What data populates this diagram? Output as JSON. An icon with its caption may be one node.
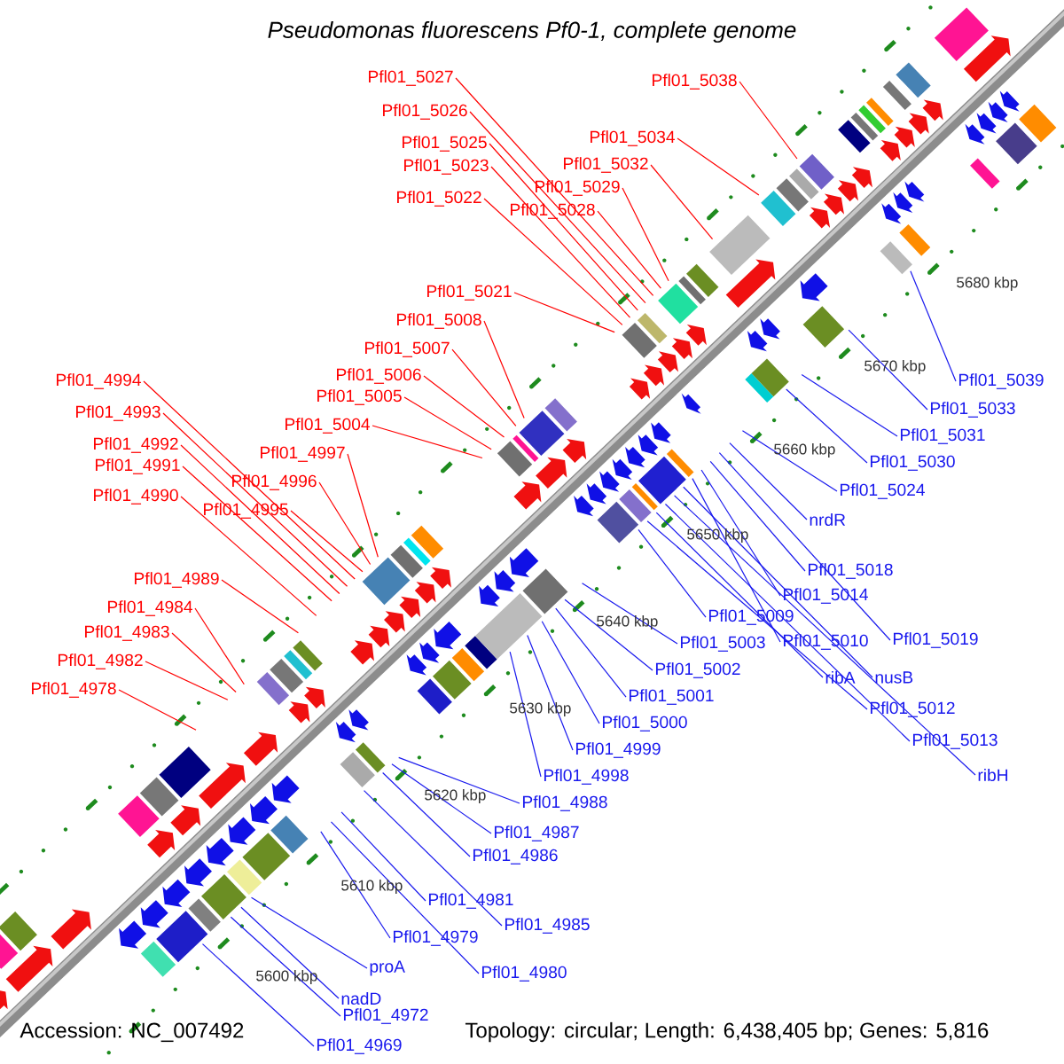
{
  "diagram": {
    "title": "Pseudomonas fluorescens Pf0-1, complete genome",
    "nodes": [
      {
        "text": [
          "Pfl01_5027"
        ]
      },
      {
        "text": [
          "Pfl01_5038"
        ]
      },
      {
        "text": [
          "Pfl01_5026"
        ]
      },
      {
        "text": [
          "Pfl01_5034"
        ]
      },
      {
        "text": [
          "Pfl01_5025"
        ]
      },
      {
        "text": [
          "Pfl01_5032"
        ]
      },
      {
        "text": [
          "Pfl01_5023"
        ]
      },
      {
        "text": [
          "Pfl01_5029"
        ]
      },
      {
        "text": [
          "Pfl01_5022"
        ]
      },
      {
        "text": [
          "Pfl01_5028"
        ]
      },
      {
        "text": [
          "Pfl01_5021"
        ]
      },
      {
        "text": [
          "Pfl01_5008"
        ]
      },
      {
        "text": [
          "Pfl01_5007"
        ]
      },
      {
        "text": [
          "Pfl01_5006"
        ]
      },
      {
        "text": [
          "Pfl01_4994"
        ]
      },
      {
        "text": [
          "Pfl01_5005"
        ]
      },
      {
        "text": [
          "Pfl01_4993"
        ]
      },
      {
        "text": [
          "Pfl01_5004"
        ]
      },
      {
        "text": [
          "Pfl01_4992"
        ]
      },
      {
        "text": [
          "Pfl01_4997"
        ]
      },
      {
        "text": [
          "Pfl01_4991"
        ]
      },
      {
        "text": [
          "Pfl01_4996"
        ]
      },
      {
        "text": [
          "Pfl01_4990"
        ]
      },
      {
        "text": [
          "Pfl01_4995"
        ]
      },
      {
        "text": [
          "Pfl01_4989"
        ]
      },
      {
        "text": [
          "Pfl01_4984"
        ]
      },
      {
        "text": [
          "Pfl01_4983"
        ]
      },
      {
        "text": [
          "Pfl01_4982"
        ]
      },
      {
        "text": [
          "Pfl01_4978"
        ]
      },
      {
        "text": [
          "Pfl01_5039"
        ]
      },
      {
        "text": [
          "Pfl01_5033"
        ]
      },
      {
        "text": [
          "Pfl01_5031"
        ]
      },
      {
        "text": [
          "Pfl01_5030"
        ]
      },
      {
        "text": [
          "Pfl01_5024"
        ]
      },
      {
        "text": [
          "nrdR"
        ]
      },
      {
        "text": [
          "Pfl01_5018"
        ]
      },
      {
        "text": [
          "Pfl01_5014"
        ]
      },
      {
        "text": [
          "Pfl01_5009"
        ]
      },
      {
        "text": [
          "Pfl01_5019"
        ]
      },
      {
        "text": [
          "Pfl01_5010"
        ]
      },
      {
        "text": [
          "Pfl01_5003"
        ]
      },
      {
        "text": [
          "Pfl01_5002"
        ]
      },
      {
        "text": [
          "ribA"
        ]
      },
      {
        "text": [
          "nusB"
        ]
      },
      {
        "text": [
          "Pfl01_5001"
        ]
      },
      {
        "text": [
          "Pfl01_5012"
        ]
      },
      {
        "text": [
          "Pfl01_5000"
        ]
      },
      {
        "text": [
          "Pfl01_5013"
        ]
      },
      {
        "text": [
          "Pfl01_4999"
        ]
      },
      {
        "text": [
          "ribH"
        ]
      },
      {
        "text": [
          "Pfl01_4998"
        ]
      },
      {
        "text": [
          "Pfl01_4988"
        ]
      },
      {
        "text": [
          "Pfl01_4987"
        ]
      },
      {
        "text": [
          "Pfl01_4986"
        ]
      },
      {
        "text": [
          "Pfl01_4981"
        ]
      },
      {
        "text": [
          "Pfl01_4985"
        ]
      },
      {
        "text": [
          "Pfl01_4979"
        ]
      },
      {
        "text": [
          "proA"
        ]
      },
      {
        "text": [
          "Pfl01_4980"
        ]
      },
      {
        "text": [
          "nadD"
        ]
      },
      {
        "text": [
          "Pfl01_4972"
        ]
      },
      {
        "text": [
          "Pfl01_4969"
        ]
      }
    ],
    "edges": [
      {
        "from": 0,
        "to": null,
        "arrow": "none",
        "color": "#ff0000"
      },
      {
        "from": 1,
        "to": null,
        "arrow": "none",
        "color": "#ff0000"
      },
      {
        "from": 2,
        "to": null,
        "arrow": "none",
        "color": "#ff0000"
      },
      {
        "from": 3,
        "to": null,
        "arrow": "none",
        "color": "#ff0000"
      },
      {
        "from": 4,
        "to": null,
        "arrow": "none",
        "color": "#ff0000"
      },
      {
        "from": 5,
        "to": null,
        "arrow": "none",
        "color": "#ff0000"
      },
      {
        "from": 6,
        "to": null,
        "arrow": "none",
        "color": "#ff0000"
      },
      {
        "from": 7,
        "to": null,
        "arrow": "none",
        "color": "#ff0000"
      },
      {
        "from": 8,
        "to": null,
        "arrow": "none",
        "color": "#ff0000"
      },
      {
        "from": 9,
        "to": null,
        "arrow": "none",
        "color": "#ff0000"
      },
      {
        "from": 10,
        "to": null,
        "arrow": "none",
        "color": "#ff0000"
      },
      {
        "from": 11,
        "to": null,
        "arrow": "none",
        "color": "#ff0000"
      },
      {
        "from": 12,
        "to": null,
        "arrow": "none",
        "color": "#ff0000"
      },
      {
        "from": 13,
        "to": null,
        "arrow": "none",
        "color": "#ff0000"
      },
      {
        "from": 14,
        "to": null,
        "arrow": "none",
        "color": "#ff0000"
      },
      {
        "from": 15,
        "to": null,
        "arrow": "none",
        "color": "#ff0000"
      },
      {
        "from": 16,
        "to": null,
        "arrow": "none",
        "color": "#ff0000"
      },
      {
        "from": 17,
        "to": null,
        "arrow": "none",
        "color": "#ff0000"
      },
      {
        "from": 18,
        "to": null,
        "arrow": "none",
        "color": "#ff0000"
      },
      {
        "from": 19,
        "to": null,
        "arrow": "none",
        "color": "#ff0000"
      },
      {
        "from": 20,
        "to": null,
        "arrow": "none",
        "color": "#ff0000"
      },
      {
        "from": 21,
        "to": null,
        "arrow": "none",
        "color": "#ff0000"
      },
      {
        "from": 22,
        "to": null,
        "arrow": "none",
        "color": "#ff0000"
      },
      {
        "from": 23,
        "to": null,
        "arrow": "none",
        "color": "#ff0000"
      },
      {
        "from": 24,
        "to": null,
        "arrow": "none",
        "color": "#ff0000"
      },
      {
        "from": 25,
        "to": null,
        "arrow": "none",
        "color": "#ff0000"
      },
      {
        "from": 26,
        "to": null,
        "arrow": "none",
        "color": "#ff0000"
      },
      {
        "from": 27,
        "to": null,
        "arrow": "none",
        "color": "#ff0000"
      },
      {
        "from": 28,
        "to": null,
        "arrow": "none",
        "color": "#ff0000"
      },
      {
        "from": 29,
        "to": null,
        "arrow": "none"
      },
      {
        "from": 30,
        "to": null,
        "arrow": "none"
      },
      {
        "from": 31,
        "to": null,
        "arrow": "none"
      },
      {
        "from": 32,
        "to": null,
        "arrow": "none"
      },
      {
        "from": 33,
        "to": null,
        "arrow": "none"
      },
      {
        "from": 34,
        "to": null,
        "arrow": "none"
      },
      {
        "from": 35,
        "to": null,
        "arrow": "none"
      },
      {
        "from": 36,
        "to": null,
        "arrow": "none"
      },
      {
        "from": 37,
        "to": null,
        "arrow": "none"
      },
      {
        "from": 38,
        "to": null,
        "arrow": "none"
      },
      {
        "from": 39,
        "to": null,
        "arrow": "none"
      },
      {
        "from": 40,
        "to": null,
        "arrow": "none"
      },
      {
        "from": 41,
        "to": null,
        "arrow": "none"
      },
      {
        "from": 42,
        "to": null,
        "arrow": "none"
      },
      {
        "from": 43,
        "to": null,
        "arrow": "none"
      },
      {
        "from": 44,
        "to": null,
        "arrow": "none"
      },
      {
        "from": 45,
        "to": null,
        "arrow": "none"
      },
      {
        "from": 46,
        "to": null,
        "arrow": "none"
      },
      {
        "from": 47,
        "to": null,
        "arrow": "none"
      },
      {
        "from": 48,
        "to": null,
        "arrow": "none"
      },
      {
        "from": 49,
        "to": null,
        "arrow": "none"
      },
      {
        "from": 50,
        "to": null,
        "arrow": "none"
      },
      {
        "from": 51,
        "to": null,
        "arrow": "none"
      },
      {
        "from": 52,
        "to": null,
        "arrow": "none"
      },
      {
        "from": 53,
        "to": null,
        "arrow": "none"
      },
      {
        "from": 54,
        "to": null,
        "arrow": "none"
      },
      {
        "from": 55,
        "to": null,
        "arrow": "none"
      },
      {
        "from": 56,
        "to": null,
        "arrow": "none"
      },
      {
        "from": 57,
        "to": null,
        "arrow": "none"
      },
      {
        "from": 58,
        "to": null,
        "arrow": "none"
      },
      {
        "from": 59,
        "to": null,
        "arrow": "none"
      },
      {
        "from": 60,
        "to": null,
        "arrow": "none"
      },
      {
        "from": 61,
        "to": null,
        "arrow": "none"
      }
    ],
    "labels": [
      "5680 kbp",
      "5670 kbp",
      "5660 kbp",
      "5650 kbp",
      "5640 kbp",
      "5630 kbp",
      "5620 kbp",
      "5610 kbp",
      "5600 kbp",
      "Accession: NC_007492",
      "Topology: circular; Length: 6,438,405 bp; Genes: 5,816"
    ]
  }
}
